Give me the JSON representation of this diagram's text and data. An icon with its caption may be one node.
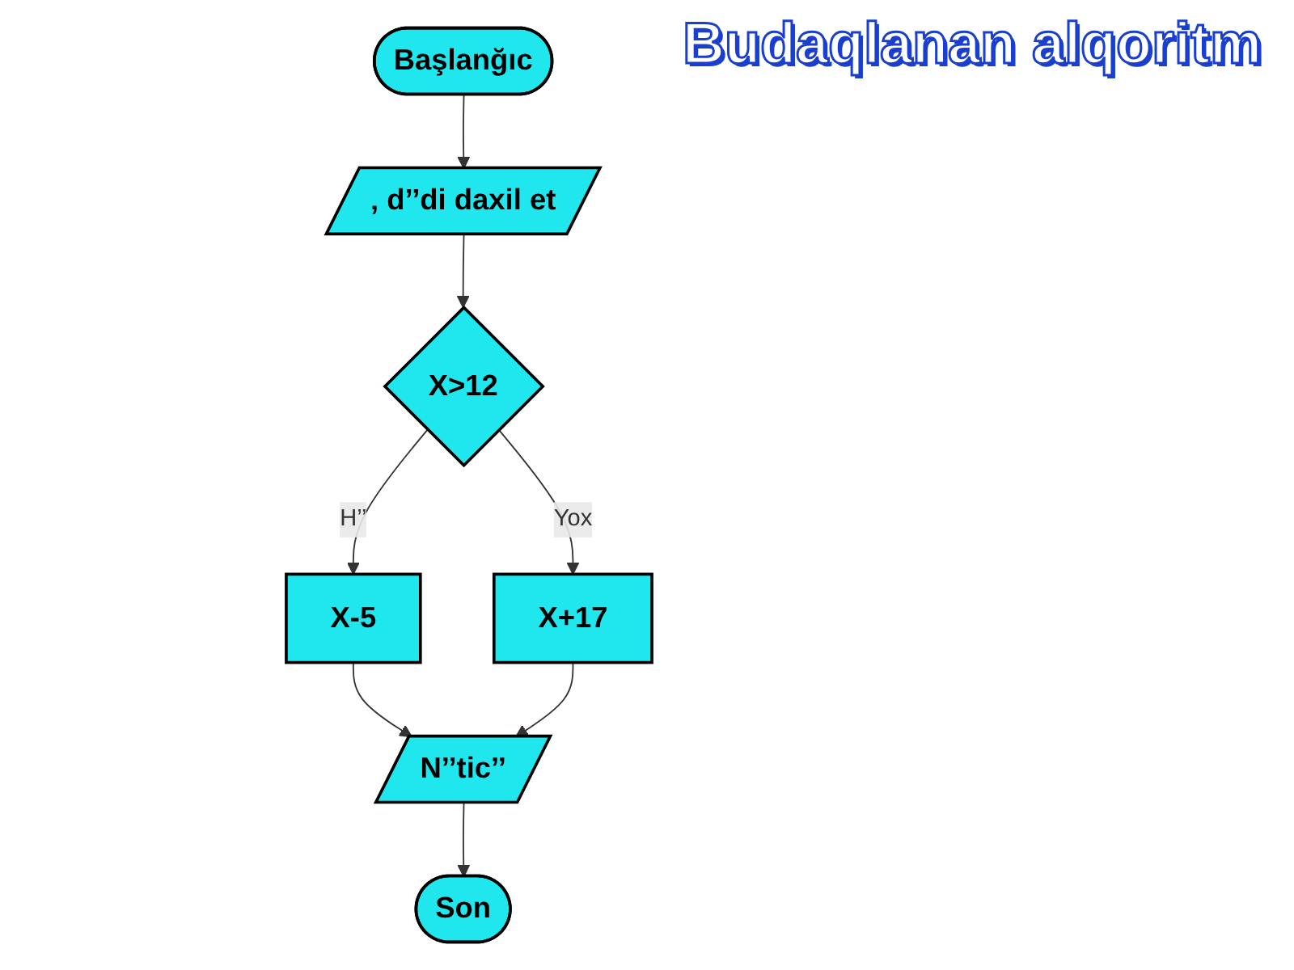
{
  "diagram": {
    "title": "Budaqlanan alqoritm",
    "nodes": [
      {
        "text": [
          "Başlanğıc"
        ]
      },
      {
        "text": [
          "‚ d’’di daxil et"
        ]
      },
      {
        "text": [
          "X>12"
        ]
      },
      {
        "text": [
          "X-5"
        ]
      },
      {
        "text": [
          "X+17"
        ]
      },
      {
        "text": [
          "N’’tic’’"
        ]
      },
      {
        "text": [
          "Son"
        ]
      }
    ],
    "edges": [
      {
        "from": 0,
        "to": 1,
        "arrow": "to"
      },
      {
        "from": 1,
        "to": 2,
        "arrow": "to"
      },
      {
        "from": 2,
        "to": 3,
        "arrow": "to",
        "label": "H’’"
      },
      {
        "from": 2,
        "to": 4,
        "arrow": "to",
        "label": "Yox"
      },
      {
        "from": 3,
        "to": 5,
        "arrow": "to"
      },
      {
        "from": 4,
        "to": 5,
        "arrow": "to"
      },
      {
        "from": 5,
        "to": 6,
        "arrow": "to"
      }
    ]
  }
}
